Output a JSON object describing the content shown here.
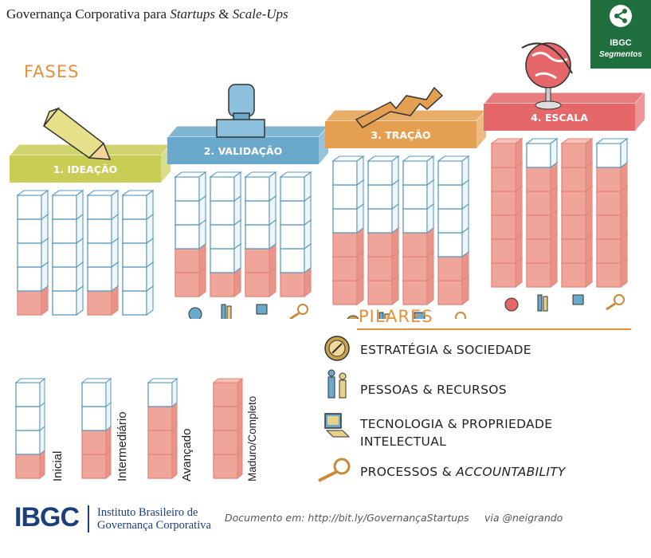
{
  "header": {
    "title_prefix": "Governança Corporativa para ",
    "title_startups": "Startups",
    "title_amp": " & ",
    "title_scaleups": "Scale-Ups"
  },
  "badge": {
    "line1": "IBGC",
    "line2": "Segmentos"
  },
  "fases": {
    "heading": "FASES",
    "items": [
      {
        "label": "1. IDEAÇÃO",
        "color": "#c9cd55"
      },
      {
        "label": "2. VALIDAÇÃO",
        "color": "#6aa9cc"
      },
      {
        "label": "3. TRAÇÃO",
        "color": "#e4a050"
      },
      {
        "label": "4. ESCALA",
        "color": "#e5676a"
      }
    ]
  },
  "pilares": {
    "heading": "PILARES",
    "items": [
      {
        "label": "ESTRATÉGIA & SOCIEDADE",
        "icon": "compass-icon"
      },
      {
        "label": "PESSOAS & RECURSOS",
        "icon": "people-icon"
      },
      {
        "label_line1": "TECNOLOGIA & PROPRIEDADE",
        "label_line2": "INTELECTUAL",
        "icon": "computer-icon"
      },
      {
        "label_prefix": "PROCESSOS & ",
        "label_emph": "ACCOUNTABILITY",
        "icon": "magnifier-icon"
      }
    ]
  },
  "levels": [
    {
      "label": "Inicial",
      "filled": 1
    },
    {
      "label": "Intermediário",
      "filled": 2
    },
    {
      "label": "Avançado",
      "filled": 3
    },
    {
      "label": "Maduro/Completo",
      "filled": 4
    }
  ],
  "footer": {
    "logo": "IBGC",
    "org_line1": "Instituto Brasileiro de",
    "org_line2": "Governança Corporativa",
    "doc": "Documento em: http://bit.ly/GovernançaStartups",
    "via": "via @neigrando"
  },
  "colors": {
    "accent_orange": "#e8903a",
    "cube_outline": "#5a9bc2",
    "cube_filled": "#f0a59a",
    "ibgc_green": "#1f6e3d",
    "ibgc_blue": "#1c3f7a"
  }
}
